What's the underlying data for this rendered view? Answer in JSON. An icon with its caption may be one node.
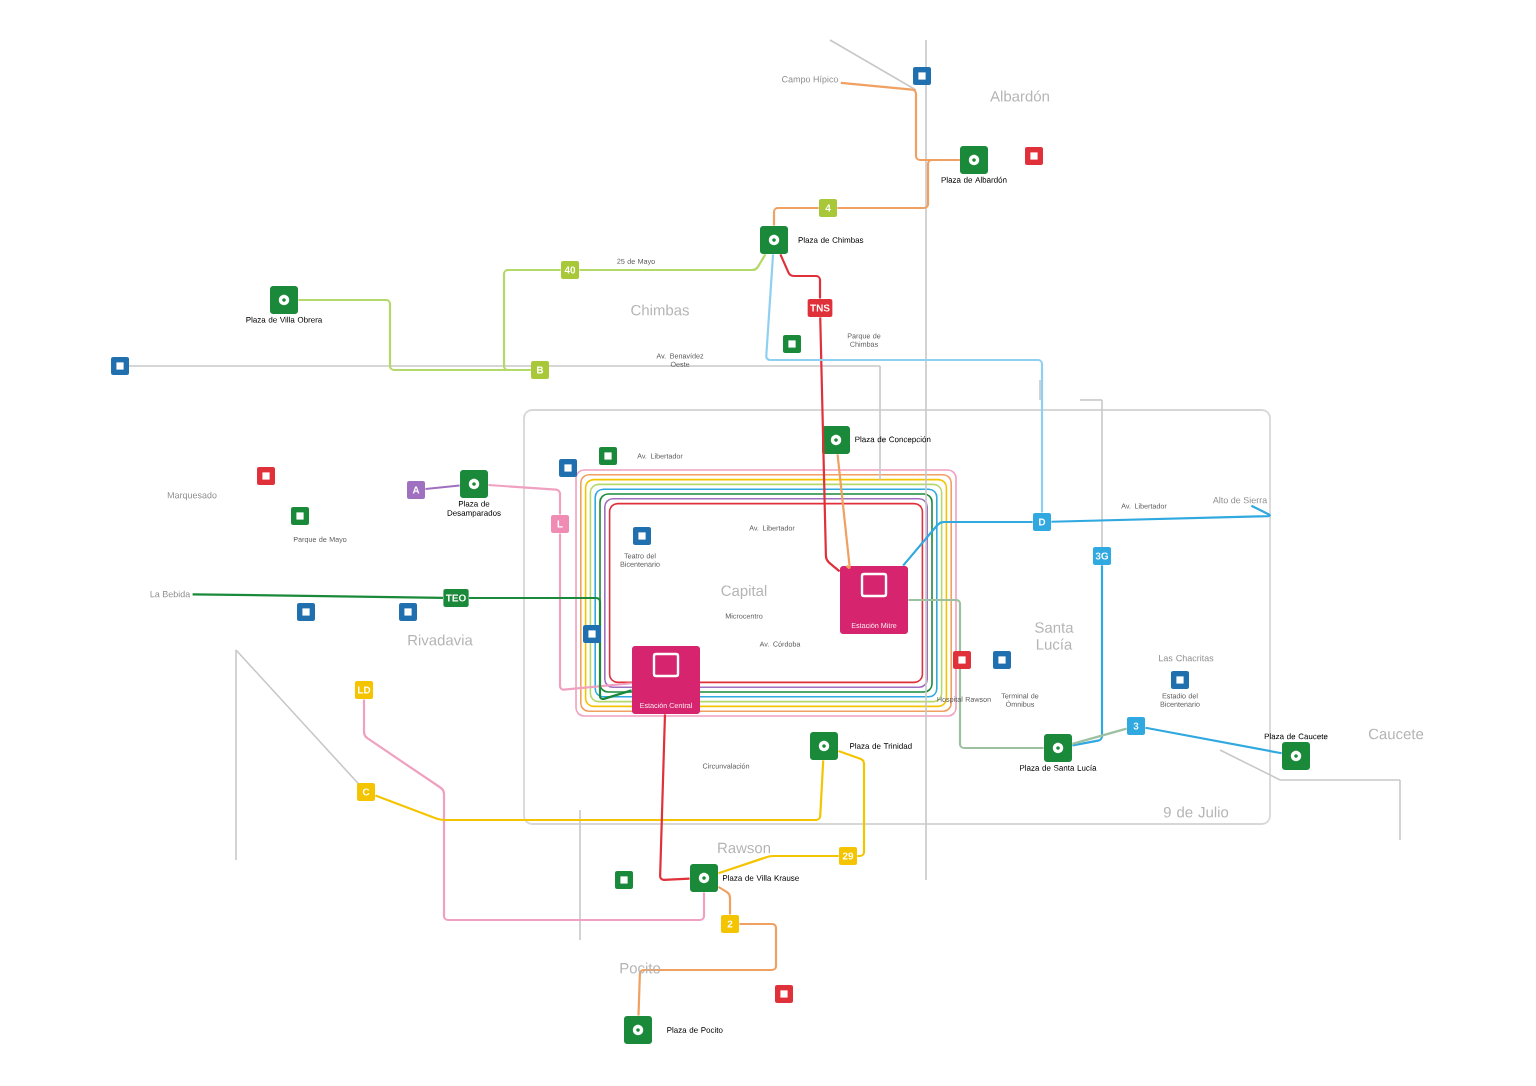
{
  "diagram": {
    "nodes": [
      {
        "text": [
          "Campo Hípico"
        ]
      },
      {
        "text": [
          "Plaza de Albardón"
        ]
      },
      {
        "text": [
          "4"
        ]
      },
      {
        "text": [
          "Plaza de Chimbas"
        ]
      },
      {
        "text": [
          "TNS"
        ]
      },
      {
        "text": [
          "40"
        ]
      },
      {
        "text": [
          "Plaza de Villa Obrera"
        ]
      },
      {
        "text": [
          "B"
        ]
      },
      {
        "text": [
          "Plaza de Concepción"
        ]
      },
      {
        "text": [
          "A"
        ]
      },
      {
        "text": [
          "Plaza de Desamparados"
        ]
      },
      {
        "text": [
          "L"
        ]
      },
      {
        "text": [
          "D"
        ]
      },
      {
        "text": [
          "Alto de Sierra"
        ]
      },
      {
        "text": [
          "3G"
        ]
      },
      {
        "text": [
          "TEO"
        ]
      },
      {
        "text": [
          "La Bebida"
        ]
      },
      {
        "text": [
          "Estación Mitre"
        ]
      },
      {
        "text": [
          "Estación Central"
        ]
      },
      {
        "text": [
          "LD"
        ]
      },
      {
        "text": [
          "C"
        ]
      },
      {
        "text": [
          "Plaza de Trinidad"
        ]
      },
      {
        "text": [
          "Plaza de Santa Lucía"
        ]
      },
      {
        "text": [
          "3"
        ]
      },
      {
        "text": [
          "Plaza de Caucete"
        ]
      },
      {
        "text": [
          "29"
        ]
      },
      {
        "text": [
          "Plaza de Villa Krause"
        ]
      },
      {
        "text": [
          "2"
        ]
      },
      {
        "text": [
          "Plaza de Pocito"
        ]
      }
    ],
    "edges": [
      {
        "from": 0,
        "to": 1,
        "arrow": "none",
        "color": "#f0a060"
      },
      {
        "from": 1,
        "to": 2,
        "arrow": "none",
        "color": "#f0a060"
      },
      {
        "from": 2,
        "to": 3,
        "arrow": "none",
        "color": "#f0a060"
      },
      {
        "from": 3,
        "to": 4,
        "arrow": "none",
        "color": "#e0303a"
      },
      {
        "from": 4,
        "to": 17,
        "arrow": "none",
        "color": "#e0303a"
      },
      {
        "from": 3,
        "to": 5,
        "arrow": "none",
        "color": "#b5d86a"
      },
      {
        "from": 5,
        "to": 7,
        "arrow": "none",
        "color": "#b5d86a"
      },
      {
        "from": 6,
        "to": 7,
        "arrow": "none",
        "color": "#b5d86a"
      },
      {
        "from": 8,
        "to": 17,
        "arrow": "none",
        "color": "#f0a060"
      },
      {
        "from": 9,
        "to": 10,
        "arrow": "none",
        "color": "#a070c0"
      },
      {
        "from": 10,
        "to": 11,
        "arrow": "none",
        "color": "#f0a0c0"
      },
      {
        "from": 11,
        "to": 18,
        "arrow": "none",
        "color": "#f0a0c0"
      },
      {
        "from": 12,
        "to": 13,
        "arrow": "none",
        "color": "#30a8e0"
      },
      {
        "from": 12,
        "to": 17,
        "arrow": "none",
        "color": "#30a8e0"
      },
      {
        "from": 14,
        "to": 22,
        "arrow": "none",
        "color": "#30a8e0"
      },
      {
        "from": 16,
        "to": 15,
        "arrow": "none",
        "color": "#1a8a3a"
      },
      {
        "from": 15,
        "to": 18,
        "arrow": "none",
        "color": "#1a8a3a"
      },
      {
        "from": 19,
        "to": 26,
        "arrow": "none",
        "color": "#f0a0c0"
      },
      {
        "from": 20,
        "to": 21,
        "arrow": "none",
        "color": "#f5c400"
      },
      {
        "from": 18,
        "to": 26,
        "arrow": "none",
        "color": "#e0303a"
      },
      {
        "from": 17,
        "to": 22,
        "arrow": "none",
        "color": "#9cc0a0"
      },
      {
        "from": 22,
        "to": 23,
        "arrow": "none",
        "color": "#9cc0a0"
      },
      {
        "from": 23,
        "to": 24,
        "arrow": "none",
        "color": "#30a8e0"
      },
      {
        "from": 26,
        "to": 25,
        "arrow": "none",
        "color": "#f5c400"
      },
      {
        "from": 25,
        "to": 21,
        "arrow": "none",
        "color": "#f5c400"
      },
      {
        "from": 26,
        "to": 27,
        "arrow": "none",
        "color": "#f0a060"
      },
      {
        "from": 27,
        "to": 28,
        "arrow": "none",
        "color": "#f0a060"
      },
      {
        "from": 3,
        "to": 12,
        "arrow": "none",
        "color": "#8fd0f0"
      }
    ],
    "labels": [
      "Albardón",
      "Chimbas",
      "Rivadavia",
      "Capital",
      "Microcentro",
      "Santa Lucía",
      "Rawson",
      "Pocito",
      "Caucete",
      "9 de Julio",
      "Marquesado",
      "Las Chacritas",
      "Av. Libertador",
      "Av. Libertador",
      "Av. Libertador",
      "Av. Córdoba",
      "Av. Benavídez Oeste",
      "25 de Mayo",
      "Circunvalación",
      "Parque de Mayo",
      "Parque de Chimbas",
      "Hospital Rawson",
      "Terminal de Ómnibus",
      "Estadio del Bicentenario",
      "Teatro del Bicentenario"
    ]
  }
}
